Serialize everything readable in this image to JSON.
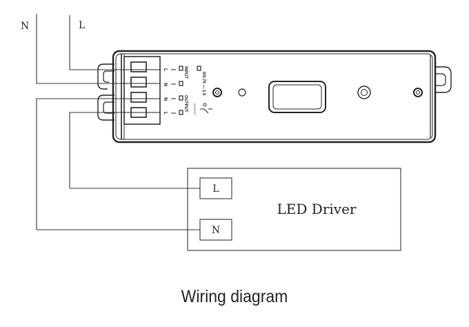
{
  "supply": {
    "neutral_label": "N",
    "live_label": "L"
  },
  "device": {
    "terminal_labels": [
      "L",
      "N",
      "N",
      "L"
    ],
    "section_labels": [
      "INPUT",
      "OUTPUT"
    ],
    "dim_label": "0/0.75 — 1.5",
    "switch_label": "OUTPUT"
  },
  "driver": {
    "title": "LED Driver",
    "terminal_L": "L",
    "terminal_N": "N"
  },
  "caption": "Wiring diagram"
}
